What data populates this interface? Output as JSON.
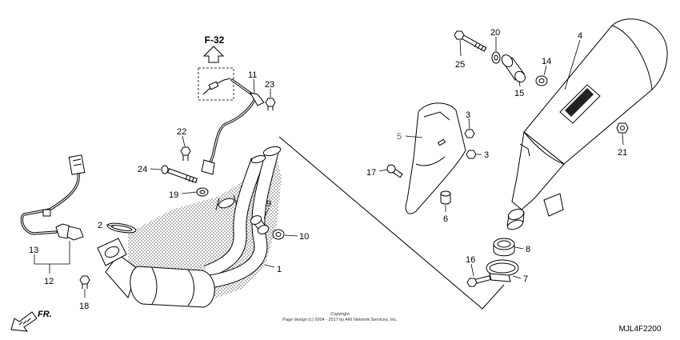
{
  "diagram": {
    "reference": "F-32",
    "callouts": [
      "1",
      "2",
      "3",
      "3",
      "4",
      "5",
      "6",
      "7",
      "8",
      "9",
      "10",
      "11",
      "12",
      "13",
      "14",
      "15",
      "16",
      "17",
      "18",
      "19",
      "20",
      "21",
      "22",
      "23",
      "24",
      "25"
    ],
    "direction_label": "FR.",
    "copyright_line1": "Copyright",
    "copyright_line2": "Page design (c) 2004 - 2017 by ARI Network Services, Inc.",
    "code": "MJL4F2200"
  },
  "colors": {
    "line": "#000000",
    "background": "#ffffff",
    "shade_dots": "#555555",
    "callout_5": "#666666"
  }
}
